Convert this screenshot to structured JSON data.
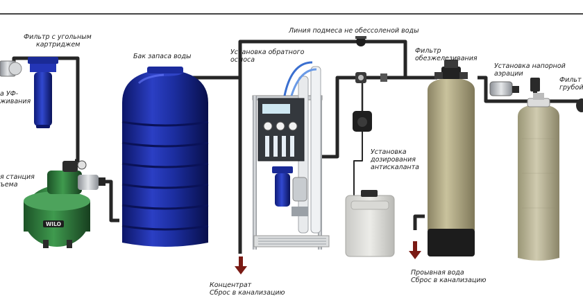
{
  "labels": {
    "carbon_filter": [
      "Фильтр с угольным",
      "картриджем"
    ],
    "uv_unit": [
      "а УФ-",
      "живания"
    ],
    "pump_station": [
      "я станция",
      "ъема"
    ],
    "storage_tank": "Бак запаса воды",
    "ro_unit": [
      "Установка обратного",
      "осмоса"
    ],
    "bypass_line": "Линия подмеса не обессоленой воды",
    "iron_filter": [
      "Фильтр",
      "обезжелезивания"
    ],
    "aeration": [
      "Установка напорной",
      "аэрации"
    ],
    "coarse_filter": [
      "Фильт",
      "грубой"
    ],
    "antiscalant": [
      "Установка",
      "дозирования",
      "антискаланта"
    ],
    "concentrate": [
      "Концентрат",
      "Сброс в канализацию"
    ],
    "backwash": [
      "Проывная вода",
      "Сброс в канализацию"
    ]
  },
  "brand": {
    "pump_logo": "WILO"
  },
  "colors": {
    "pipe": "#262626",
    "tank_blue": "#1c2ea0",
    "pump_green": "#2f7a3c",
    "filter_khaki": "#b2ab86",
    "drain_arrow": "#7a1a14"
  }
}
